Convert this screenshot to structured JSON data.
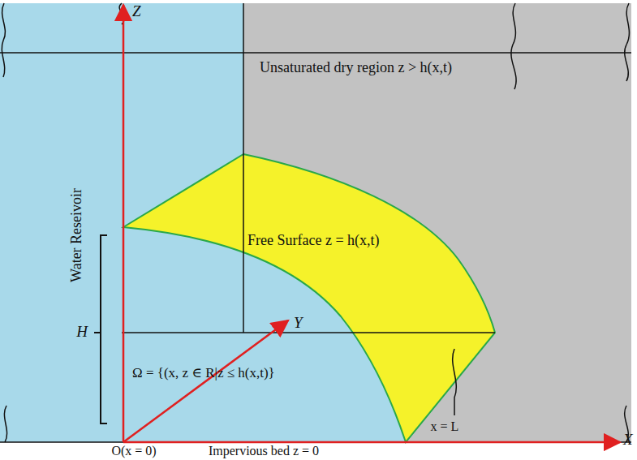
{
  "diagram": {
    "labels": [
      "Z",
      "Unsaturated dry region z > h(x,t)",
      "Water Reseivoir",
      "Free Surface z = h(x,t)",
      "H",
      "Y",
      "Ω = {(x, z ∈ R|z ≤ h(x,t)}",
      "O(x = 0)",
      "Impervious bed z = 0",
      "x = L",
      "X"
    ]
  }
}
